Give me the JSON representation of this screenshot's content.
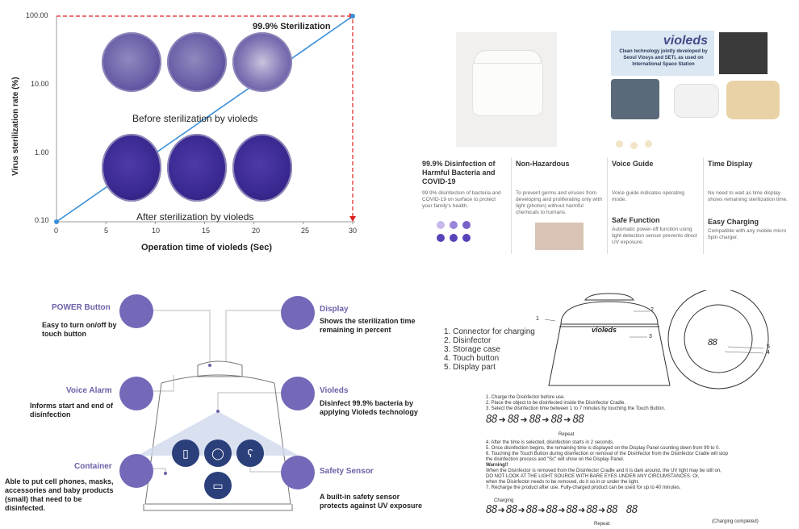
{
  "chart_data": {
    "type": "line",
    "title": "99.9% Sterilization",
    "xlabel": "Operation time of violeds (Sec)",
    "ylabel": "Virus sterilization rate (%)",
    "x_ticks": [
      "0",
      "5",
      "10",
      "15",
      "20",
      "25",
      "30"
    ],
    "y_ticks": [
      "100.00",
      "10.00",
      "1.00",
      "0.10"
    ],
    "yscale": "log",
    "xlim": [
      0,
      30
    ],
    "ylim": [
      0.1,
      100
    ],
    "x": [
      0,
      30
    ],
    "values": [
      0.1,
      100
    ],
    "captions": {
      "before": "Before sterilization by violeds",
      "after": "After sterilization by violeds"
    }
  },
  "product": {
    "brand": "violeds",
    "banner": "Clean technology jointly developed by Seoul Viosys and SETi, as used on International Space Station",
    "features": [
      {
        "title": "99.9% Disinfection of Harmful Bacteria and COVID-19",
        "desc": "99.9% disinfection of bacteria and COVID-19 on surface to protect your family's health."
      },
      {
        "title": "Non-Hazardous",
        "desc": "To prevent germs and viruses from developing and proliferating only with light (photon) without harmful chemicals to humans."
      },
      {
        "title": "Voice Guide",
        "desc": "Voice guide indicates operating mode."
      },
      {
        "title": "Safe Function",
        "desc": "Automatic power-off function using light detection sensor prevents direct UV exposure."
      },
      {
        "title": "Time Display",
        "desc": "No need to wait as time display shows remaining sterilization time."
      },
      {
        "title": "Easy Charging",
        "desc": "Compatible with any mobile micro 5pin charger."
      }
    ]
  },
  "diagram": {
    "power": {
      "label": "POWER Button",
      "desc": "Easy to turn on/off by touch button"
    },
    "voice": {
      "label": "Voice Alarm",
      "desc": "Informs start and end of disinfection"
    },
    "container": {
      "label": "Container",
      "desc": "Able to put cell phones, masks, accessories and baby products (small) that need to be disinfected."
    },
    "display": {
      "label": "Display",
      "desc": "Shows the sterilization time remaining in percent"
    },
    "violeds": {
      "label": "Violeds",
      "desc": "Disinfect 99.9% bacteria by applying Violeds technology"
    },
    "safety": {
      "label": "Safety Sensor",
      "desc": "A built-in safety sensor protects against UV exposure"
    }
  },
  "manual": {
    "parts": [
      "1. Connector for charging",
      "2. Disinfector",
      "3. Storage case",
      "4. Touch button",
      "5. Display part"
    ],
    "brand": "violeds",
    "callouts": [
      "1",
      "2",
      "3",
      "4",
      "5"
    ],
    "display_value": "88",
    "steps_a": [
      "1. Charge the Disinfector before use.",
      "2. Place the object to be disinfected inside the Disinfector Cradle.",
      "3. Select the disinfection time between 1 to 7 minutes by touching the Touch Button."
    ],
    "repeat": "Repeat",
    "steps_b": [
      "4. After the time is selected, disinfection starts in 2 seconds.",
      "5. Once disinfection begins, the remaining time is displayed on the Display Panel counting down from 99 to 0.",
      "6. Touching the Touch Button during disinfection or removal of the Disinfector from the Disinfector Cradle will stop",
      "   the disinfection process and \"Sc\" will show on the Display Panel."
    ],
    "warning_title": "Warning!!",
    "warning": [
      "When the Disinfector is removed from the Disinfector Cradle and it is dark around, the UV light may be still on,",
      "DO NOT LOOK AT THE LIGHT SOURCE WITH BARE EYES UNDER ANY CIRCUMSTANCES. Or,",
      "when the Disinfector needs to be removed, do it so in or under the light."
    ],
    "step7": "7. Recharge the product after use. Fully-charged product can be used for up to 40 minutes.",
    "charging": "Charging",
    "charging_completed": "(Charging completed)"
  }
}
